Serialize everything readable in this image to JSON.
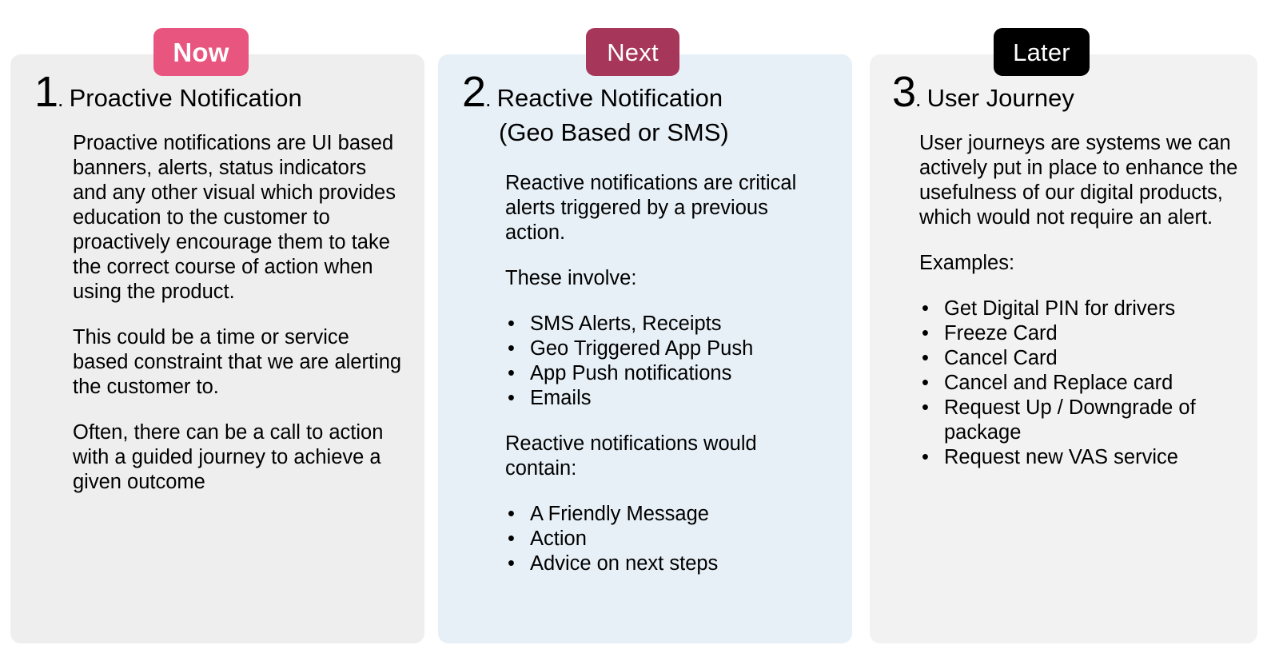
{
  "badges": [
    {
      "label": "Now",
      "color": "#e8557f",
      "text_color": "#ffffff"
    },
    {
      "label": "Next",
      "color": "#a6365a",
      "text_color": "#ffffff"
    },
    {
      "label": "Later",
      "color": "#000000",
      "text_color": "#ffffff"
    }
  ],
  "cards": [
    {
      "number": "1",
      "separator": ".",
      "title": "Proactive Notification",
      "subtitle": "",
      "background": "#eeeeee",
      "blocks": [
        {
          "type": "para",
          "text": "Proactive notifications are UI based banners, alerts, status indicators and any other visual which provides education to the customer to proactively encourage them to take the correct course of action when using the product."
        },
        {
          "type": "para",
          "text": "This could be a time or service based constraint that we are alerting the customer to."
        },
        {
          "type": "para",
          "text": "Often, there can be a call to action with a guided journey to achieve a given outcome"
        }
      ]
    },
    {
      "number": "2",
      "separator": ".",
      "title": "Reactive Notification",
      "subtitle": "(Geo Based or SMS)",
      "background": "#e7f0f7",
      "blocks": [
        {
          "type": "para",
          "text": "Reactive notifications are critical alerts triggered by a previous action."
        },
        {
          "type": "para",
          "text": "These involve:"
        },
        {
          "type": "bullets",
          "items": [
            "SMS Alerts, Receipts",
            "Geo Triggered App Push",
            "App Push notifications",
            "Emails"
          ]
        },
        {
          "type": "para",
          "text": "Reactive notifications would contain:"
        },
        {
          "type": "bullets",
          "items": [
            "A Friendly Message",
            "Action",
            "Advice on next steps"
          ]
        }
      ]
    },
    {
      "number": "3",
      "separator": ".",
      "title": "User Journey",
      "subtitle": "",
      "background": "#f2f2f2",
      "blocks": [
        {
          "type": "para",
          "text": "User journeys are systems we can actively put in place to enhance the usefulness of our digital products, which would not require an alert."
        },
        {
          "type": "para",
          "text": "Examples:"
        },
        {
          "type": "bullets",
          "items": [
            "Get Digital PIN for drivers",
            "Freeze Card",
            "Cancel Card",
            "Cancel and Replace card",
            "Request Up / Downgrade of package",
            "Request new VAS service"
          ]
        }
      ]
    }
  ]
}
